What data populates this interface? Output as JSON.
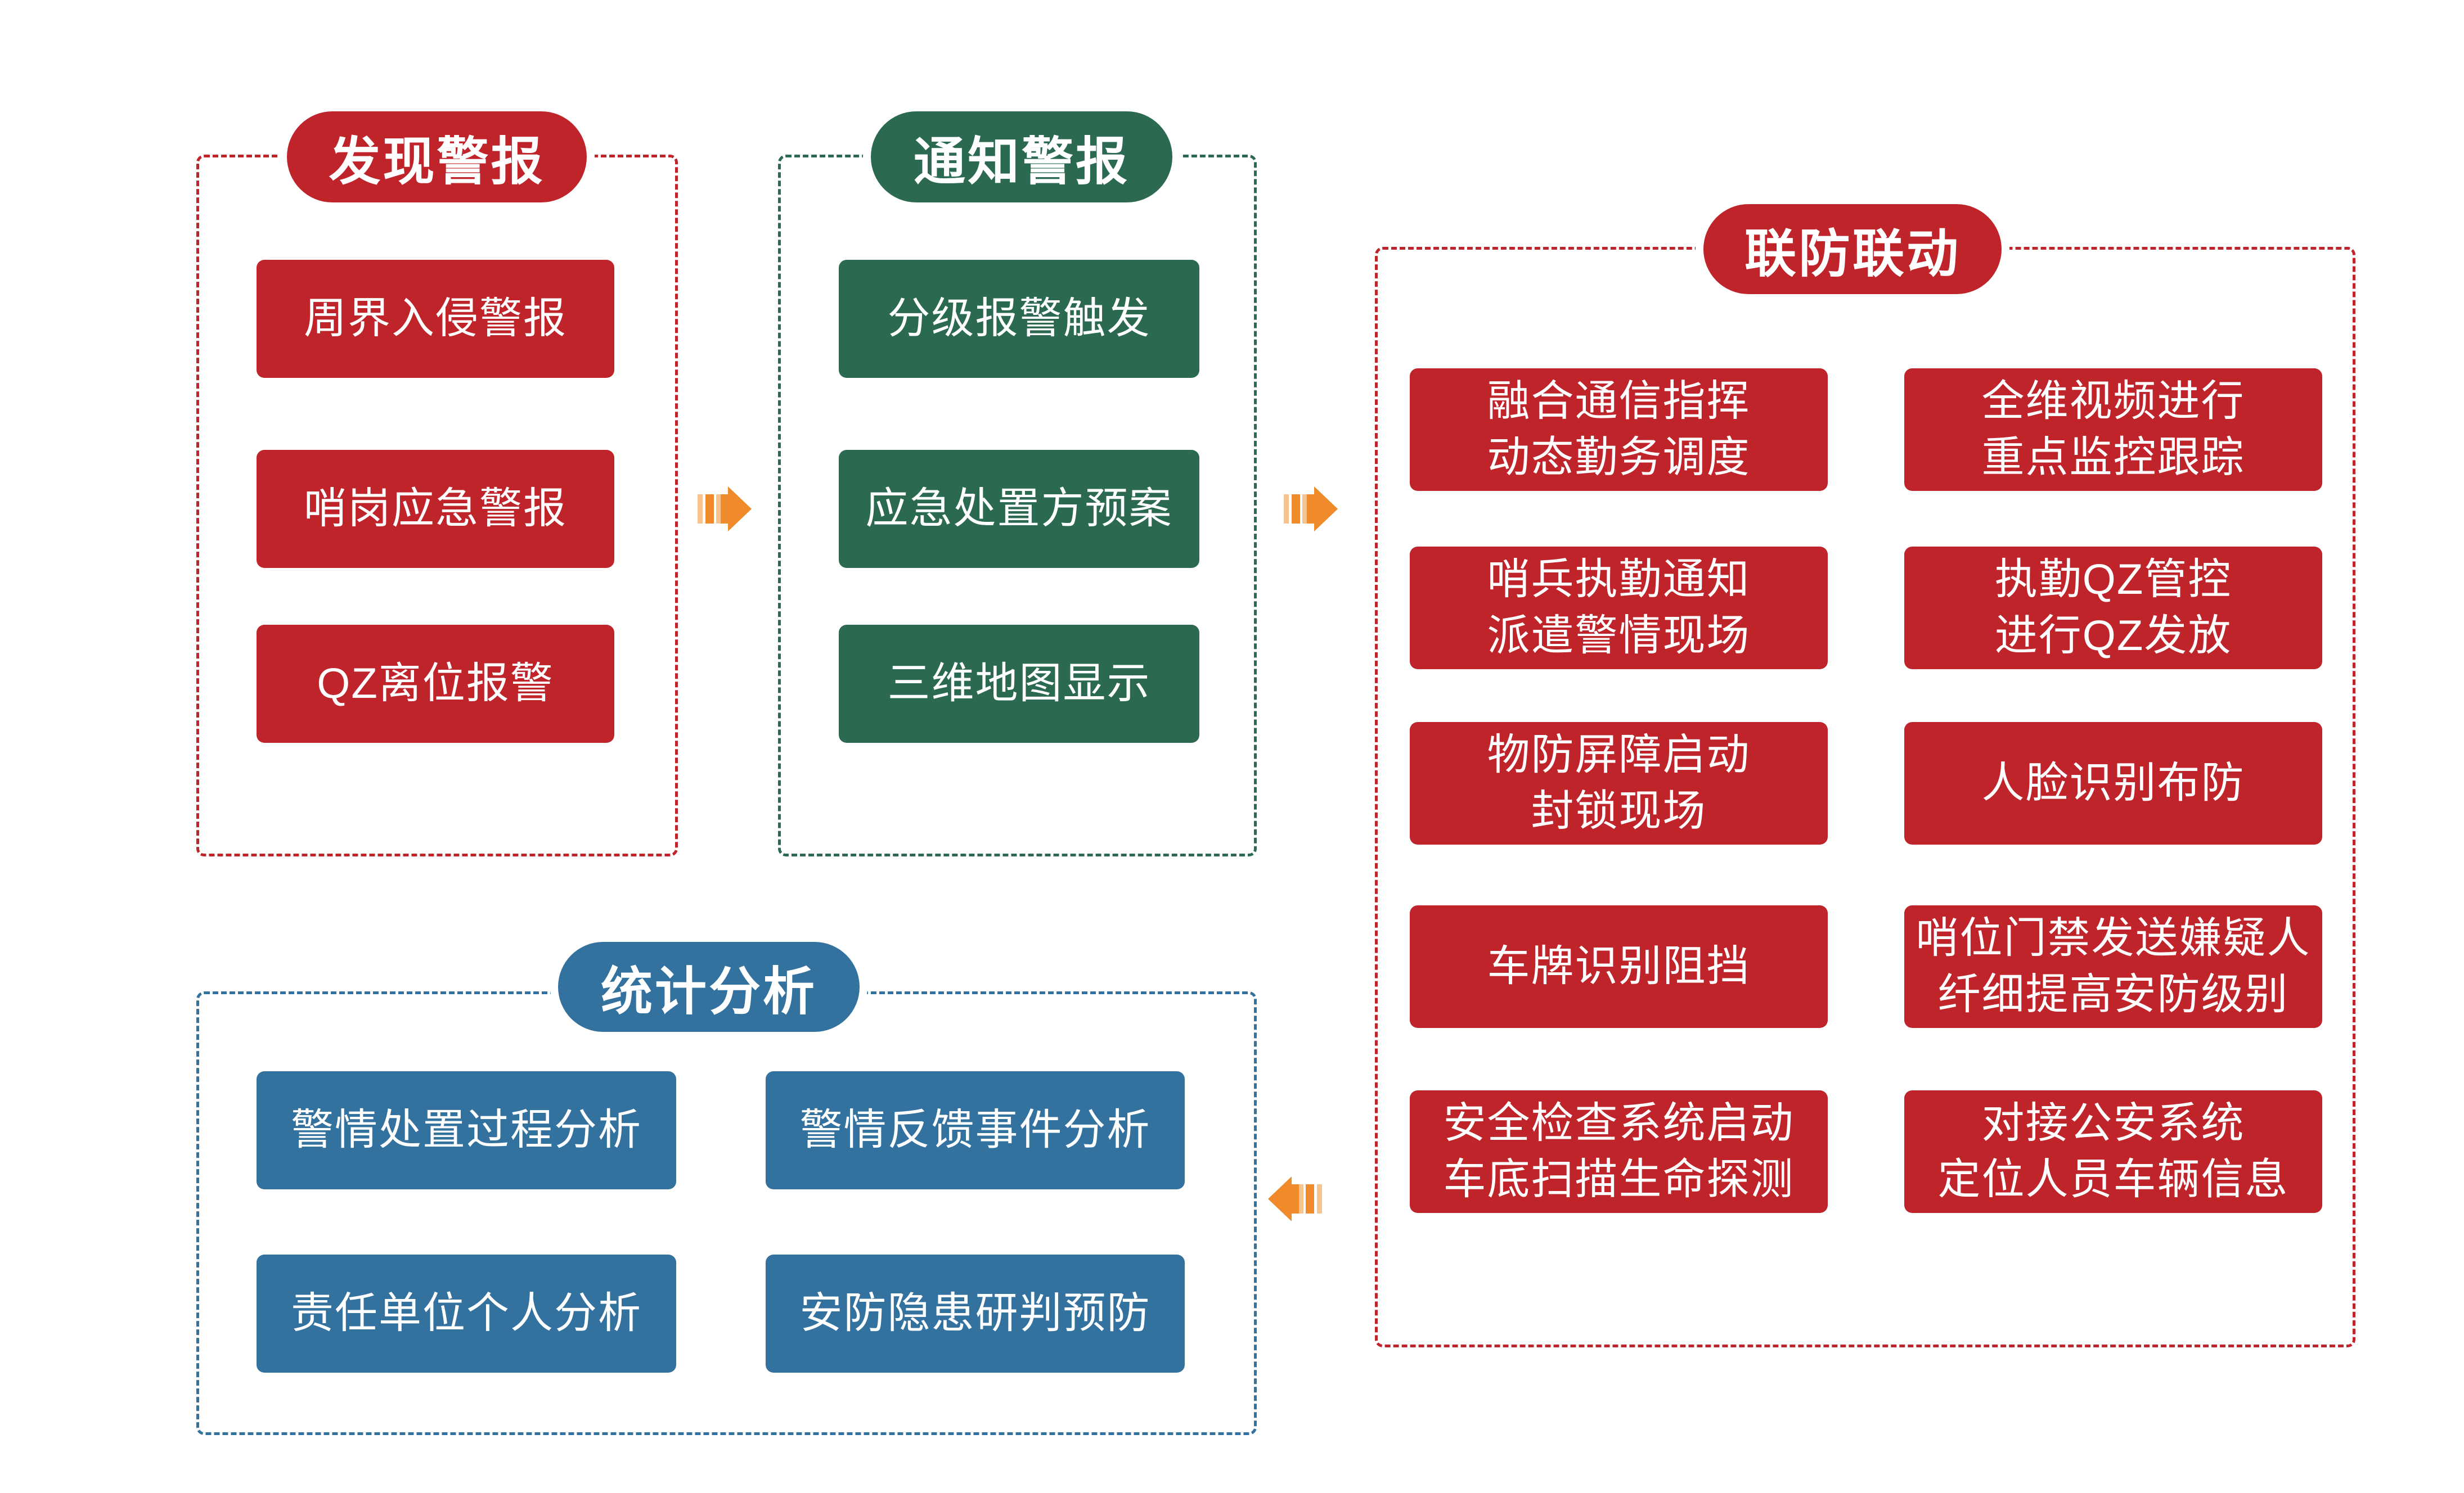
{
  "diagram": {
    "zones": {
      "discover": {
        "title": "发现警报",
        "accent_color": "#c0242b",
        "items": [
          "周界入侵警报",
          "哨岗应急警报",
          "QZ离位报警"
        ]
      },
      "notify": {
        "title": "通知警报",
        "accent_color": "#2b6a51",
        "items": [
          "分级报警触发",
          "应急处置方预案",
          "三维地图显示"
        ]
      },
      "joint": {
        "title": "联防联动",
        "accent_color": "#c0242b",
        "left_items": [
          "融合通信指挥\n动态勤务调度",
          "哨兵执勤通知\n派遣警情现场",
          "物防屏障启动\n封锁现场",
          "车牌识别阻挡",
          "安全检查系统启动\n车底扫描生命探测"
        ],
        "right_items": [
          "全维视频进行\n重点监控跟踪",
          "执勤QZ管控\n进行QZ发放",
          "人脸识别布防",
          "哨位门禁发送嫌疑人\n纤细提高安防级别",
          "对接公安系统\n定位人员车辆信息"
        ]
      },
      "stats": {
        "title": "统计分析",
        "accent_color": "#33719e",
        "items": [
          "警情处置过程分析",
          "警情反馈事件分析",
          "责任单位个人分析",
          "安防隐患研判预防"
        ]
      }
    },
    "arrows": {
      "color": "#ef8b2a",
      "stripe_color": "#f8c48d",
      "directions": [
        "right",
        "right",
        "left"
      ]
    }
  }
}
